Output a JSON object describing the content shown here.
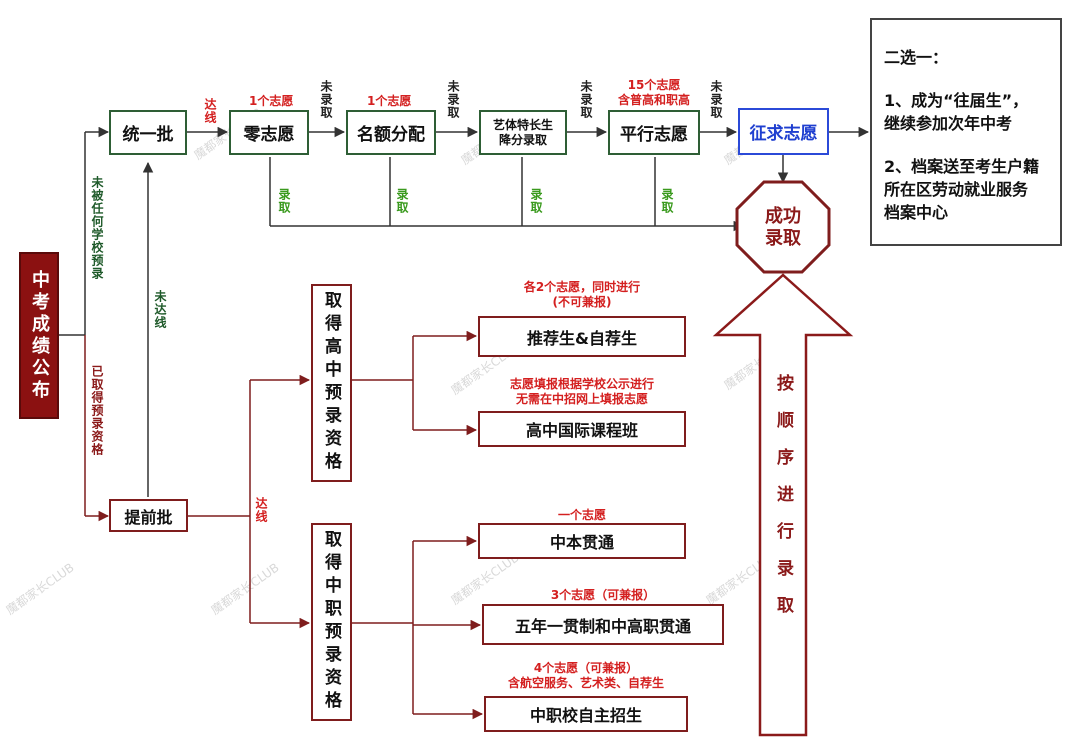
{
  "nodes": {
    "start": "中考成绩公布",
    "batch_unified": "统一批",
    "batch_early": "提前批",
    "zero": "零志愿",
    "quota": "名额分配",
    "arts": [
      "艺体特长生",
      "降分录取"
    ],
    "parallel": "平行志愿",
    "solicit": "征求志愿",
    "success": [
      "成功",
      "录取"
    ],
    "hs_qual": "取得高中预录资格",
    "vs_qual": "取得中职预录资格",
    "recommend": "推荐生&自荐生",
    "intl": "高中国际课程班",
    "zhongben": "中本贯通",
    "fiveyear": "五年一贯制和中高职贯通",
    "vocational": "中职校自主招生",
    "big_arrow": "按顺序进行录取"
  },
  "labels": {
    "reach_line": "达线",
    "not_reach": "未达线",
    "not_admitted": "未录取",
    "admitted": "录取",
    "not_preadmitted": "未被任何学校预录",
    "preadmitted": "已取得预录资格",
    "zero_note": "1个志愿",
    "quota_note": "1个志愿",
    "parallel_note": [
      "15个志愿",
      "含普高和职高"
    ],
    "recommend_note": [
      "各2个志愿，同时进行",
      "(不可兼报)"
    ],
    "intl_note": [
      "志愿填报根据学校公示进行",
      "无需在中招网上填报志愿"
    ],
    "zhongben_note": "一个志愿",
    "fiveyear_note": "3个志愿（可兼报）",
    "vocational_note": [
      "4个志愿（可兼报）",
      "含航空服务、艺术类、自荐生"
    ]
  },
  "choice": {
    "title": "二选一：",
    "option1": [
      "1、成为“往届生”，",
      "继续参加次年中考"
    ],
    "option2": [
      "2、档案送至考生户籍",
      "所在区劳动就业服务",
      "档案中心"
    ]
  },
  "watermark": "魔都家长CLUB",
  "colors": {
    "green_border": "#2e5e35",
    "red_border": "#7f1d1d",
    "start_fill": "#8b1111",
    "note_red": "#d42020",
    "admit_green": "#3a9a1e",
    "solicit_blue": "#1f3fd0"
  }
}
